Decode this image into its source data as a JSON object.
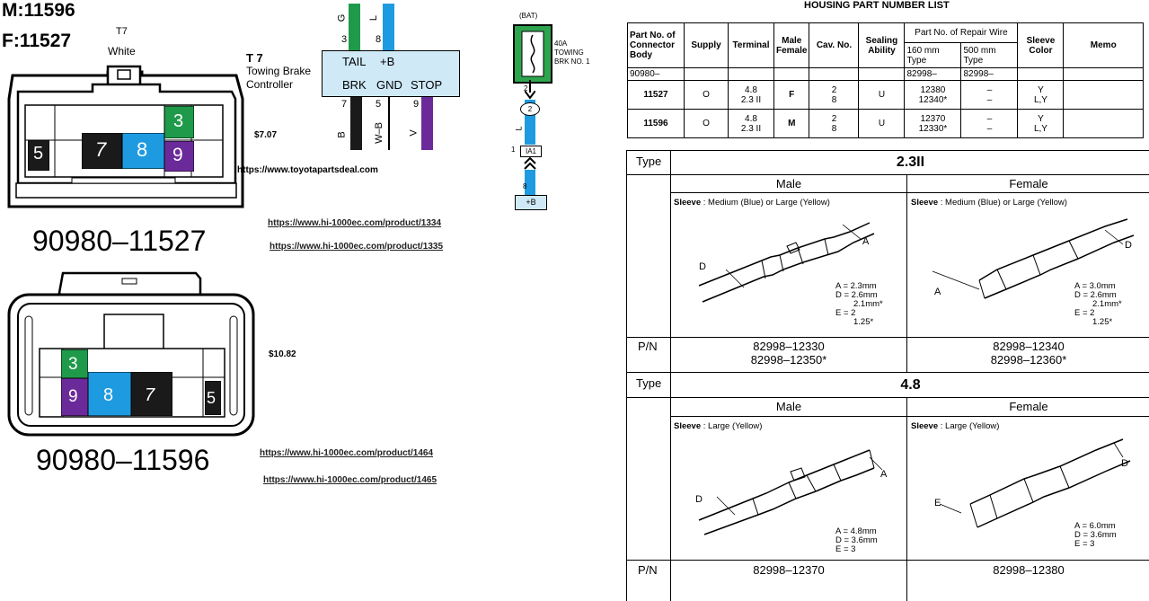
{
  "connectors": {
    "m_code": "M:11596",
    "f_code": "F:11527",
    "t7_top": "T7",
    "t7_color": "White",
    "part_1": "90980–11527",
    "part_2": "90980–11596",
    "price_1": "$7.07",
    "price_2": "$10.82",
    "site": "https://www.toyotapartsdeal.com",
    "links_1": [
      "https://www.hi-1000ec.com/product/1334",
      "https://www.hi-1000ec.com/product/1335"
    ],
    "links_2": [
      "https://www.hi-1000ec.com/product/1464",
      "https://www.hi-1000ec.com/product/1465"
    ],
    "pins_1": [
      {
        "n": "3",
        "color": "#1f9a4a"
      },
      {
        "n": "7",
        "color": "#1a1a1a"
      },
      {
        "n": "8",
        "color": "#1e9be0"
      },
      {
        "n": "9",
        "color": "#6b2a9a"
      },
      {
        "n": "5",
        "color": "#1a1a1a"
      }
    ],
    "pins_2": [
      {
        "n": "3",
        "color": "#1f9a4a"
      },
      {
        "n": "9",
        "color": "#6b2a9a"
      },
      {
        "n": "8",
        "color": "#1e9be0"
      },
      {
        "n": "7",
        "color": "#1a1a1a"
      },
      {
        "n": "5",
        "color": "#1a1a1a"
      }
    ]
  },
  "wiring": {
    "unit_id": "T 7",
    "unit_name": "Towing Brake",
    "unit_name2": "Controller",
    "terms_top": [
      "TAIL",
      "+B"
    ],
    "terms_bot": [
      "BRK",
      "GND",
      "STOP"
    ],
    "pin_top": [
      "3",
      "8"
    ],
    "pin_bot": [
      "7",
      "5",
      "9"
    ],
    "wire_top": [
      "G",
      "L"
    ],
    "wire_bot": [
      "B",
      "W–B",
      "V"
    ],
    "bat": "(BAT)",
    "fuse": "40A",
    "fuse2": "TOWING",
    "fuse3": "BRK NO. 1",
    "pin_2": "2",
    "wire_l": "L",
    "node": "2",
    "ia1_pin": "1",
    "ia1": "IA1",
    "pin_8": "8",
    "plus_b": "+B",
    "wire_colors": {
      "G": "#1f9a4a",
      "L": "#1e9be0",
      "B": "#1a1a1a",
      "V": "#6b2a9a"
    }
  },
  "housing": {
    "title": "HOUSING PART NUMBER LIST",
    "headers": {
      "part_no": "Part No. of Connector Body",
      "supply": "Supply",
      "terminal": "Terminal",
      "male_female": "Male Female",
      "cav": "Cav. No.",
      "sealing": "Sealing Ability",
      "repair": "Part No. of Repair Wire",
      "t160": "160 mm Type",
      "t500": "500 mm Type",
      "sleeve": "Sleeve Color",
      "memo": "Memo"
    },
    "prefix": "90980–",
    "prefix_repair": "82998–",
    "prefix_repair2": "82998–",
    "rows": [
      {
        "part": "11527",
        "supply": "O",
        "term": [
          "4.8",
          "2.3 II"
        ],
        "mf": "F",
        "cav": [
          "2",
          "8"
        ],
        "seal": "U",
        "r160": [
          "12380",
          "12340*"
        ],
        "r500": [
          "–",
          "–"
        ],
        "sleeve": [
          "Y",
          "L,Y"
        ]
      },
      {
        "part": "11596",
        "supply": "O",
        "term": [
          "4.8",
          "2.3 II"
        ],
        "mf": "M",
        "cav": [
          "2",
          "8"
        ],
        "seal": "U",
        "r160": [
          "12370",
          "12330*"
        ],
        "r500": [
          "–",
          "–"
        ],
        "sleeve": [
          "Y",
          "L,Y"
        ]
      }
    ]
  },
  "types": [
    {
      "label": "Type",
      "name": "2.3II",
      "male": "Male",
      "female": "Female",
      "male_sleeve_k": "Sleeve",
      "male_sleeve_v": " : Medium (Blue) or Large (Yellow)",
      "female_sleeve_k": "Sleeve",
      "female_sleeve_v": " : Medium (Blue) or Large (Yellow)",
      "male_dims": [
        "A = 2.3mm",
        "D = 2.6mm",
        "2.1mm*",
        "E = 2",
        "1.25*"
      ],
      "female_dims": [
        "A = 3.0mm",
        "D = 2.6mm",
        "2.1mm*",
        "E = 2",
        "1.25*"
      ],
      "pn_label": "P/N",
      "male_pn": [
        "82998–12330",
        "82998–12350*"
      ],
      "female_pn": [
        "82998–12340",
        "82998–12360*"
      ]
    },
    {
      "label": "Type",
      "name": "4.8",
      "male": "Male",
      "female": "Female",
      "male_sleeve_k": "Sleeve",
      "male_sleeve_v": " : Large (Yellow)",
      "female_sleeve_k": "Sleeve",
      "female_sleeve_v": " : Large (Yellow)",
      "male_dims": [
        "A = 4.8mm",
        "D = 3.6mm",
        "E = 3"
      ],
      "female_dims": [
        "A = 6.0mm",
        "D = 3.6mm",
        "E = 3"
      ],
      "pn_label": "P/N",
      "male_pn": [
        "82998–12370"
      ],
      "female_pn": [
        "82998–12380"
      ]
    }
  ],
  "dim_letters": {
    "a": "A",
    "d": "D",
    "e": "E"
  }
}
